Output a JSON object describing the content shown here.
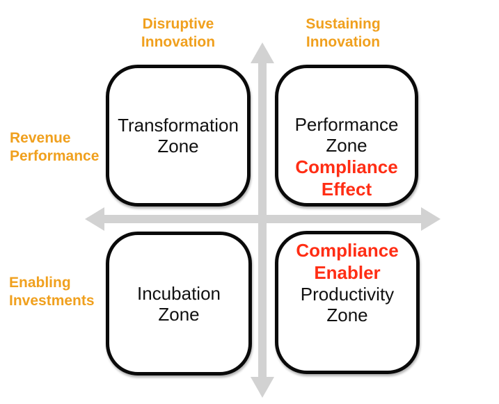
{
  "diagram": {
    "type": "2x2-quadrant-matrix",
    "colors": {
      "label_orange": "#F0A01E",
      "highlight_red": "#FF2D14",
      "axis_gray": "#D2D2D2",
      "box_border_black": "#0A0A0A",
      "background": "#FFFFFF"
    },
    "icons": {
      "vertical_axis": "double-headed-vertical-arrow",
      "horizontal_axis": "double-headed-horizontal-arrow"
    }
  },
  "column_headers": [
    {
      "line1": "Disruptive",
      "line2": "Innovation"
    },
    {
      "line1": "Sustaining",
      "line2": "Innovation"
    }
  ],
  "row_headers": [
    {
      "line1": "Revenue",
      "line2": "Performance"
    },
    {
      "line1": "Enabling",
      "line2": "Investments"
    }
  ],
  "quadrants": {
    "top_left": {
      "title_line1": "Transformation",
      "title_line2": "Zone"
    },
    "top_right": {
      "title_line1": "Performance",
      "title_line2": "Zone",
      "annotation_line1": "Compliance",
      "annotation_line2": "Effect"
    },
    "bottom_left": {
      "title_line1": "Incubation",
      "title_line2": "Zone"
    },
    "bottom_right": {
      "annotation_line1": "Compliance",
      "annotation_line2": "Enabler",
      "title_line1": "Productivity",
      "title_line2": "Zone"
    }
  }
}
